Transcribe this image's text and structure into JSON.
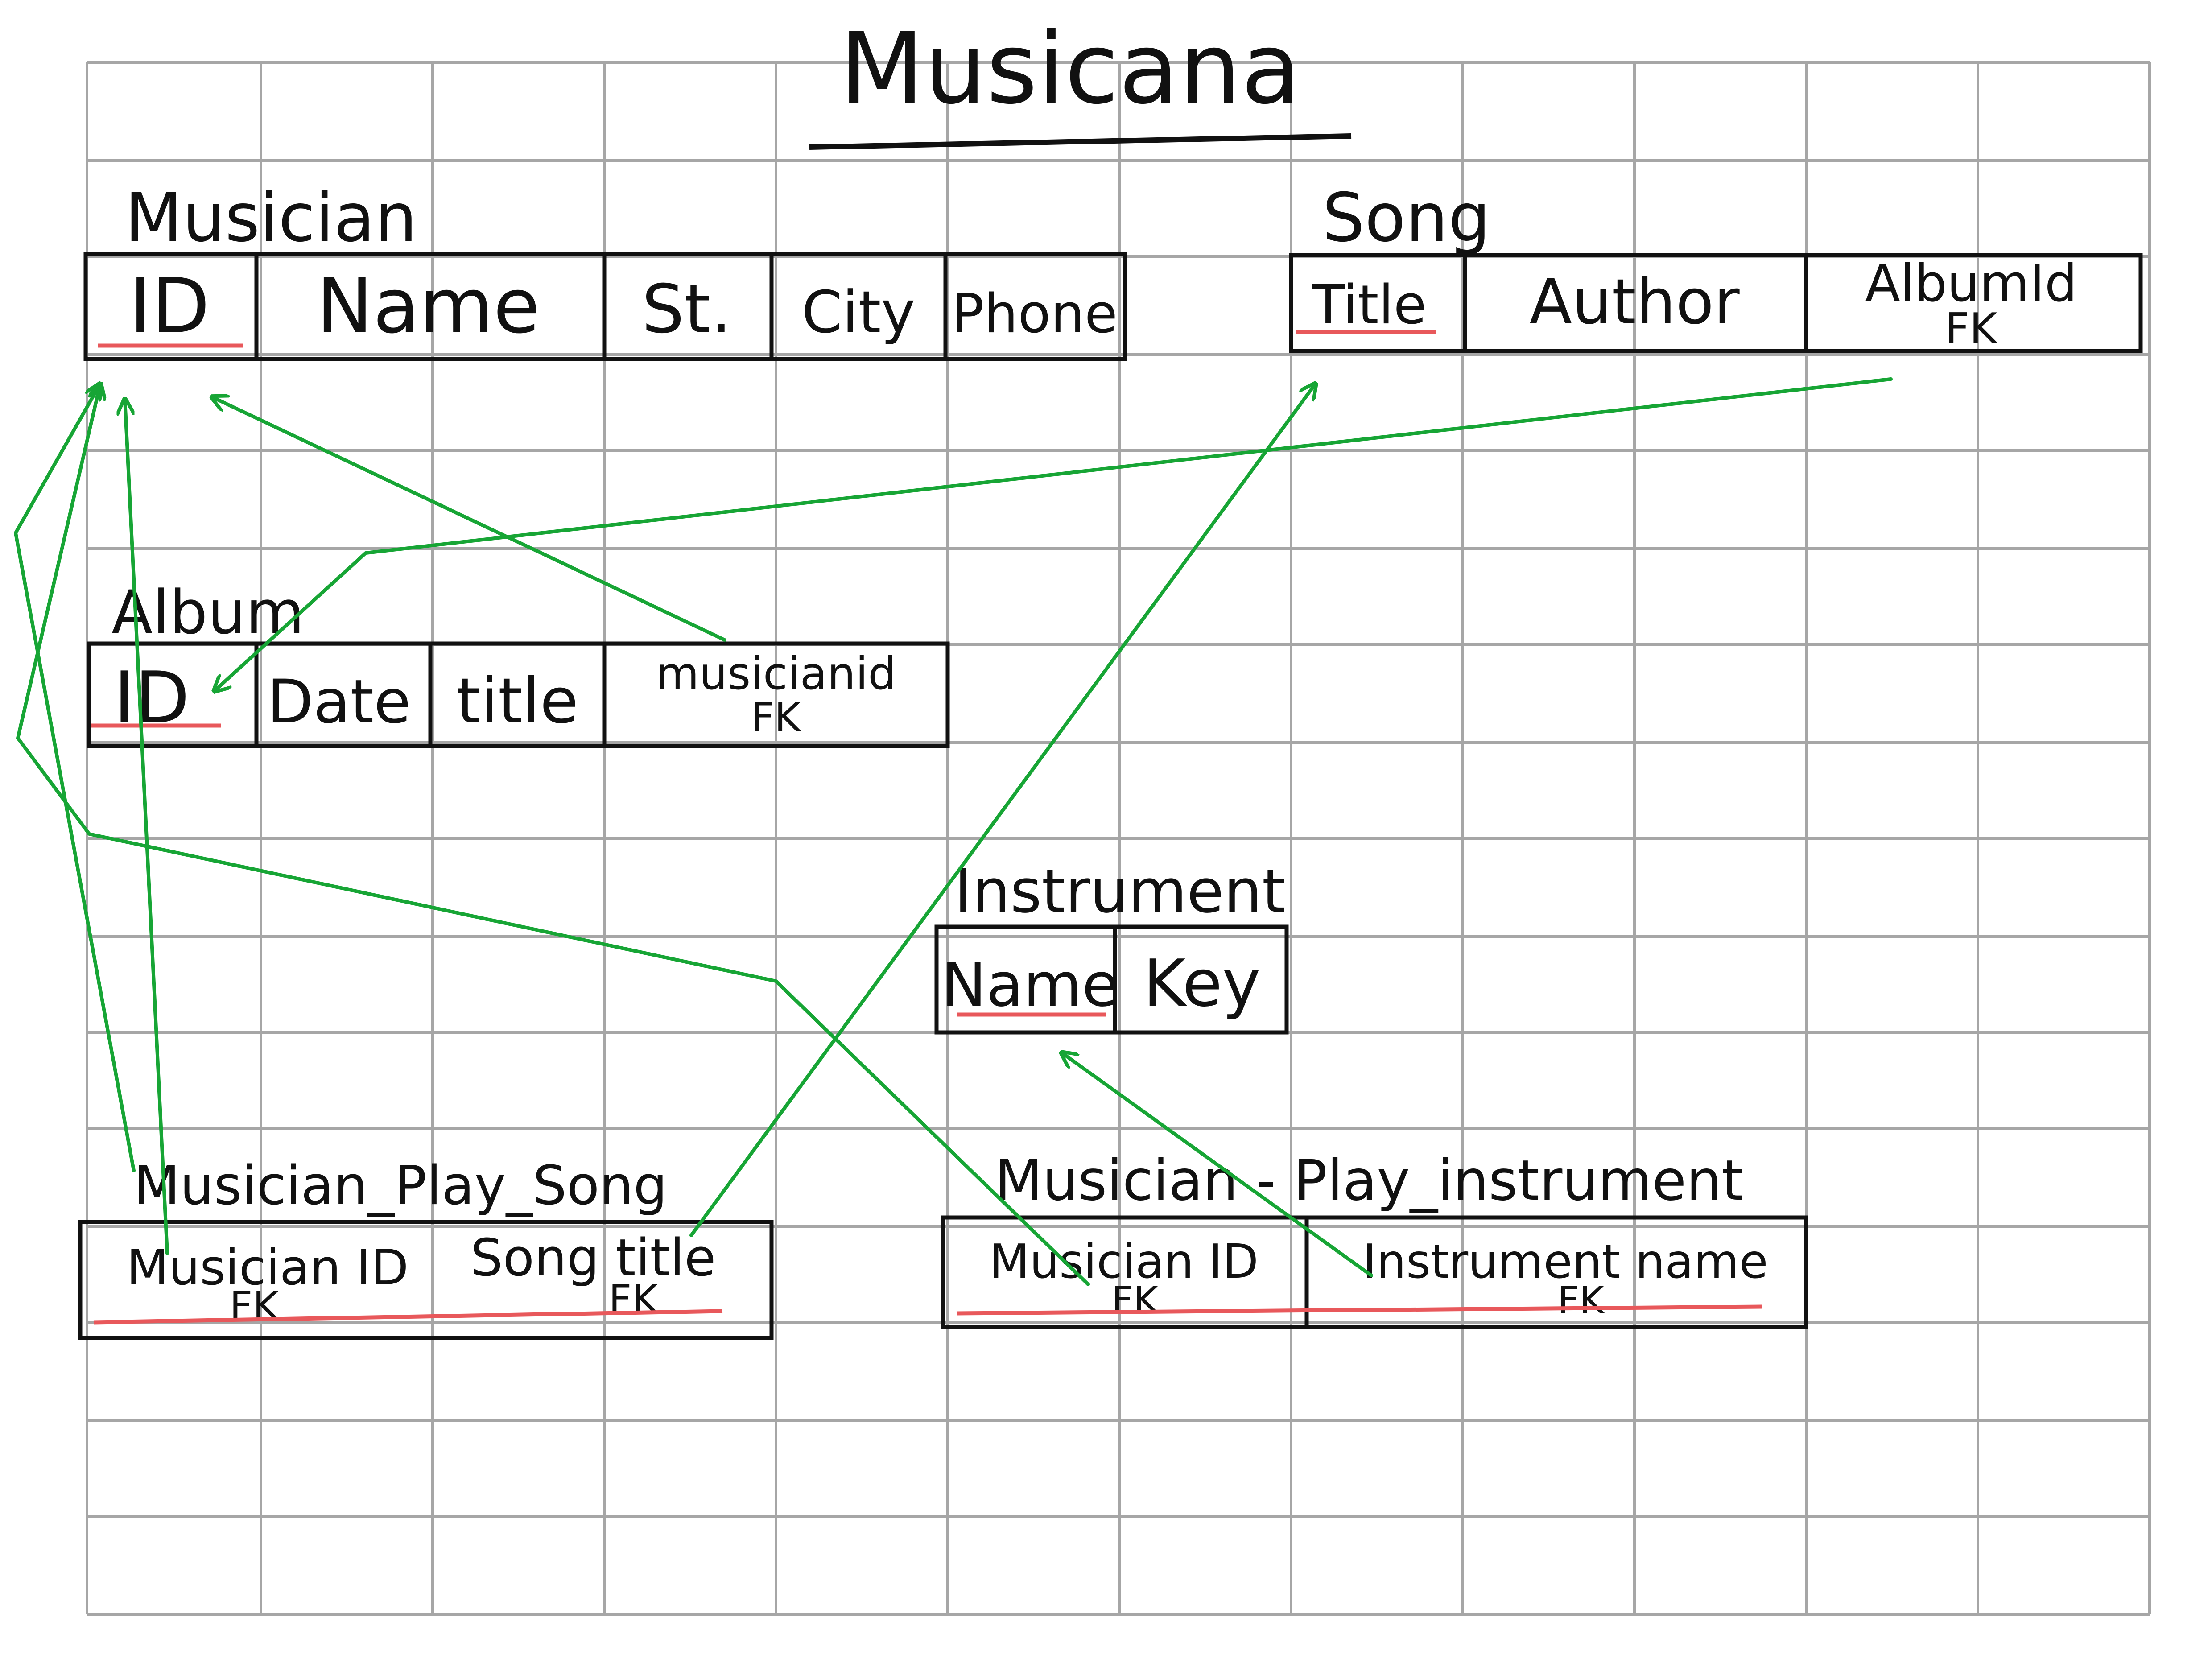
{
  "title": "Musicana",
  "colors": {
    "ink": "#111111",
    "grid": "#a6a6a6",
    "arrow": "#17a535",
    "underline": "#e8585b"
  },
  "tables": [
    {
      "id": "musician",
      "name": "Musician",
      "columns": [
        {
          "label": "ID",
          "pk": true
        },
        {
          "label": "Name"
        },
        {
          "label": "St."
        },
        {
          "label": "City"
        },
        {
          "label": "Phone"
        }
      ]
    },
    {
      "id": "song",
      "name": "Song",
      "columns": [
        {
          "label": "Title",
          "pk": true
        },
        {
          "label": "Author"
        },
        {
          "label": "AlbumId",
          "sub": "FK"
        }
      ]
    },
    {
      "id": "album",
      "name": "Album",
      "columns": [
        {
          "label": "ID",
          "pk": true
        },
        {
          "label": "Date"
        },
        {
          "label": "title"
        },
        {
          "label": "musicianid",
          "sub": "FK"
        }
      ]
    },
    {
      "id": "instrument",
      "name": "Instrument",
      "columns": [
        {
          "label": "Name",
          "pk": true
        },
        {
          "label": "Key"
        }
      ]
    },
    {
      "id": "musician_play_song",
      "name": "Musician_Play_Song",
      "columns": [
        {
          "label": "Musician ID",
          "sub": "FK",
          "pk": true
        },
        {
          "label": "Song title",
          "sub": "FK",
          "pk": true
        }
      ]
    },
    {
      "id": "musician_play_instrument",
      "name": "Musician - Play_instrument",
      "columns": [
        {
          "label": "Musician ID",
          "sub": "FK",
          "pk": true
        },
        {
          "label": "Instrument name",
          "sub": "FK",
          "pk": true
        }
      ]
    }
  ],
  "relationships": [
    {
      "from": "song.AlbumId",
      "to": "album.ID"
    },
    {
      "from": "album.musicianid",
      "to": "musician.ID"
    },
    {
      "from": "musician_play_song.Musician ID",
      "to": "musician.ID"
    },
    {
      "from": "musician_play_song.Song title",
      "to": "song.Title"
    },
    {
      "from": "musician_play_instrument.Musician ID",
      "to": "musician.ID"
    },
    {
      "from": "musician_play_instrument.Instrument name",
      "to": "instrument.Name"
    }
  ]
}
